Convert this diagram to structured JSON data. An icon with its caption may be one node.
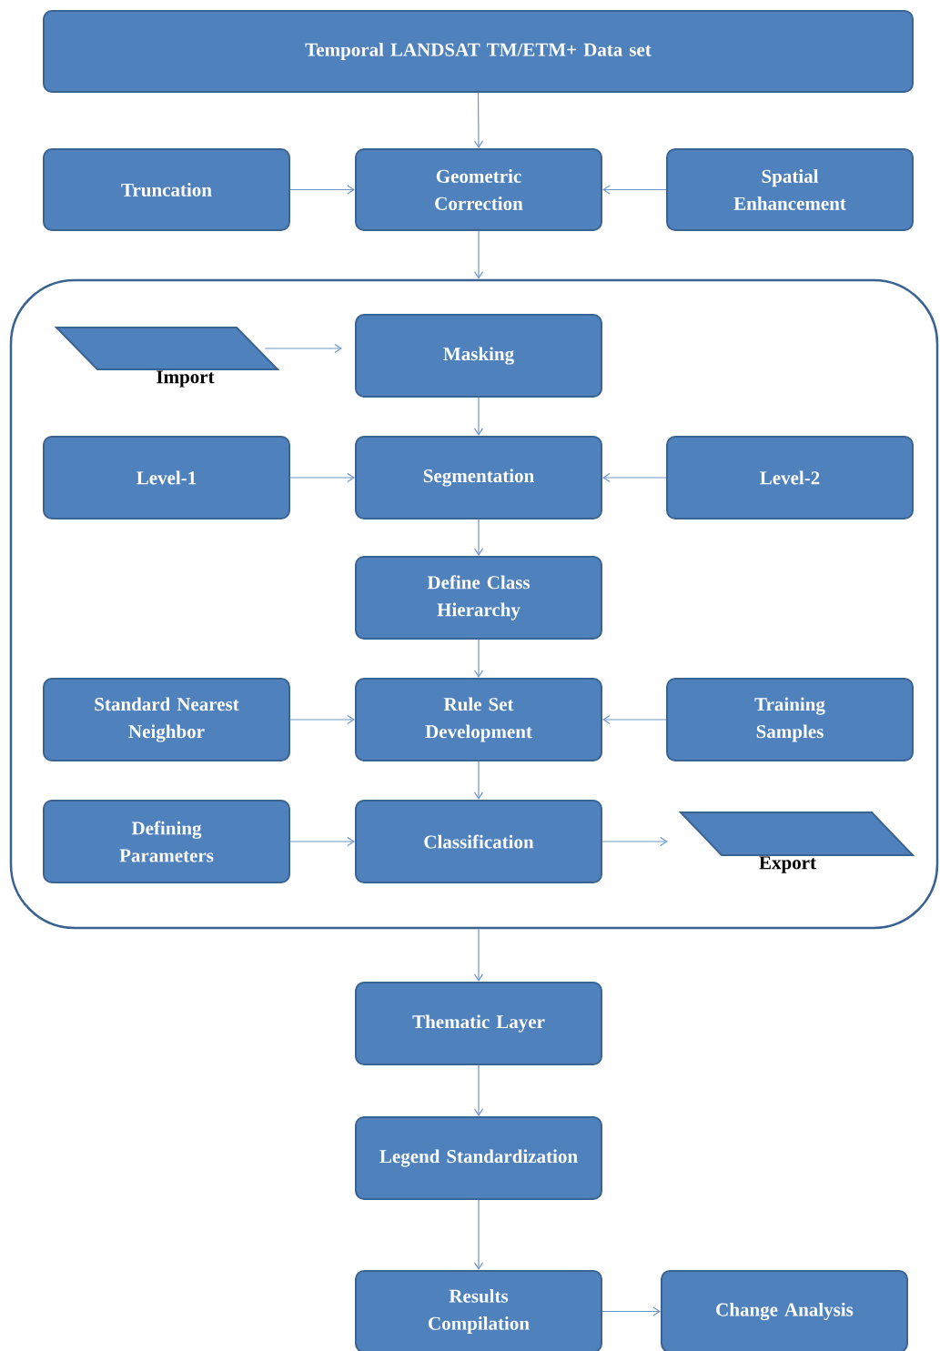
{
  "diagram": {
    "nodes": [
      {
        "text": [
          "Temporal LANDSAT TM/ETM+ Data set"
        ]
      },
      {
        "text": [
          "Truncation"
        ]
      },
      {
        "text": [
          "Geometric Correction"
        ]
      },
      {
        "text": [
          "Spatial Enhancement"
        ]
      },
      {
        "text": [],
        "shape": "box"
      },
      {
        "text": [
          "Import"
        ],
        "in": 4
      },
      {
        "text": [
          "Masking"
        ],
        "in": 4
      },
      {
        "text": [
          "Level-1"
        ],
        "in": 4
      },
      {
        "text": [
          "Segmentation"
        ],
        "in": 4
      },
      {
        "text": [
          "Level-2"
        ],
        "in": 4
      },
      {
        "text": [
          "Define Class Hierarchy"
        ],
        "in": 4
      },
      {
        "text": [
          "Standard Nearest Neighbor"
        ],
        "in": 4
      },
      {
        "text": [
          "Rule Set Development"
        ],
        "in": 4
      },
      {
        "text": [
          "Training Samples"
        ],
        "in": 4
      },
      {
        "text": [
          "Defining Parameters"
        ],
        "in": 4
      },
      {
        "text": [
          "Classification"
        ],
        "in": 4
      },
      {
        "text": [
          "Export"
        ],
        "in": 4
      },
      {
        "text": [
          "Thematic Layer"
        ]
      },
      {
        "text": [
          "Legend Standardization"
        ]
      },
      {
        "text": [
          "Results Compilation"
        ]
      },
      {
        "text": [
          "Change Analysis"
        ]
      }
    ],
    "edges": [
      {
        "from": 0,
        "to": 2,
        "arrow": "to"
      },
      {
        "from": 1,
        "to": 2,
        "arrow": "to"
      },
      {
        "from": 3,
        "to": 2,
        "arrow": "to"
      },
      {
        "from": 2,
        "to": 4,
        "arrow": "to"
      },
      {
        "from": 5,
        "to": 6,
        "arrow": "to"
      },
      {
        "from": 6,
        "to": 8,
        "arrow": "to"
      },
      {
        "from": 7,
        "to": 8,
        "arrow": "to"
      },
      {
        "from": 9,
        "to": 8,
        "arrow": "to"
      },
      {
        "from": 8,
        "to": 10,
        "arrow": "to"
      },
      {
        "from": 10,
        "to": 12,
        "arrow": "to"
      },
      {
        "from": 11,
        "to": 12,
        "arrow": "to"
      },
      {
        "from": 13,
        "to": 12,
        "arrow": "to"
      },
      {
        "from": 12,
        "to": 15,
        "arrow": "to"
      },
      {
        "from": 14,
        "to": 15,
        "arrow": "to"
      },
      {
        "from": 15,
        "to": 16,
        "arrow": "to"
      },
      {
        "from": 4,
        "to": 17,
        "arrow": "to"
      },
      {
        "from": 17,
        "to": 18,
        "arrow": "to"
      },
      {
        "from": 18,
        "to": 19,
        "arrow": "to"
      },
      {
        "from": 19,
        "to": 20,
        "arrow": "to"
      }
    ]
  }
}
